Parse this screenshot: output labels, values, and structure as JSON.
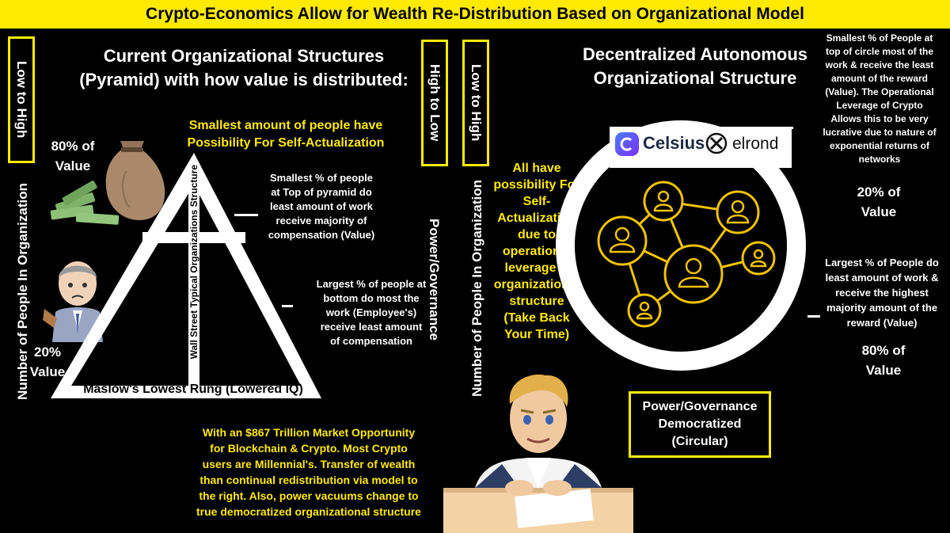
{
  "banner": {
    "title": "Crypto-Economics Allow for Wealth Re-Distribution Based on Organizational Model"
  },
  "left": {
    "low_to_high": "Low to High",
    "y_axis": "Number of People In Organization",
    "heading_line1": "Current Organizational Structures",
    "heading_line2": "(Pyramid) with how value is distributed:",
    "self_actualization_line1": "Smallest amount of people have",
    "self_actualization_line2": "Possibility For Self-Actualization",
    "value_top_line1": "80% of",
    "value_top_line2": "Value",
    "value_bottom_line1": "20%",
    "value_bottom_line2": "Value",
    "top_note": [
      "Smallest % of people",
      "at Top of pyramid do",
      "least amount of work",
      "receive majority of",
      "compensation (Value)"
    ],
    "bottom_note": [
      "Largest % of people at",
      "bottom do most the",
      "work (Employee's)",
      "receive least amount",
      "of compensation"
    ],
    "pyramid_inner_label": "Wall Street Typical Organizations Structure",
    "pyramid_base_label": "Maslow's Lowest Rung (Lowered IQ)",
    "power_axis": "Power/Governance",
    "bottom_text": [
      "With an $867 Trillion Market Opportunity",
      "for Blockchain & Crypto. Most Crypto",
      "users are Millennial's. Transfer of wealth",
      "than continual redistribution via model to",
      "the right. Also, power vacuums change to",
      "true democratized organizational structure"
    ]
  },
  "middle": {
    "high_to_low": "High to Low",
    "low_to_high": "Low to High",
    "y_axis": "Number of People In Organization",
    "self_actualization": [
      "All have",
      "possibility For",
      "Self-",
      "Actualization",
      "due to",
      "operational",
      "leverage &",
      "organizational",
      "structure",
      "(Take Back",
      "Your Time)"
    ]
  },
  "right": {
    "heading_line1": "Decentralized Autonomous",
    "heading_line2": "Organizational Structure",
    "logo_celsius": "Celsius",
    "logo_elrond": "elrond",
    "top_note": [
      "Smallest % of People at",
      "top of circle most of the",
      "work & receive the least",
      "amount of the reward",
      "(Value). The Operational",
      "Leverage of Crypto",
      "Allows this to be very",
      "lucrative due to nature of",
      "exponential returns of",
      "networks"
    ],
    "value_top_line1": "20% of",
    "value_top_line2": "Value",
    "bottom_note": [
      "Largest % of People do",
      "least amount of work &",
      "receive the highest",
      "majority amount of the",
      "reward (Value)"
    ],
    "value_bottom_line1": "80% of",
    "value_bottom_line2": "Value",
    "governance_box": [
      "Power/Governance",
      "Democratized",
      "(Circular)"
    ]
  },
  "colors": {
    "accent": "#ffea00",
    "network": "#f2c200",
    "background": "#000000"
  }
}
